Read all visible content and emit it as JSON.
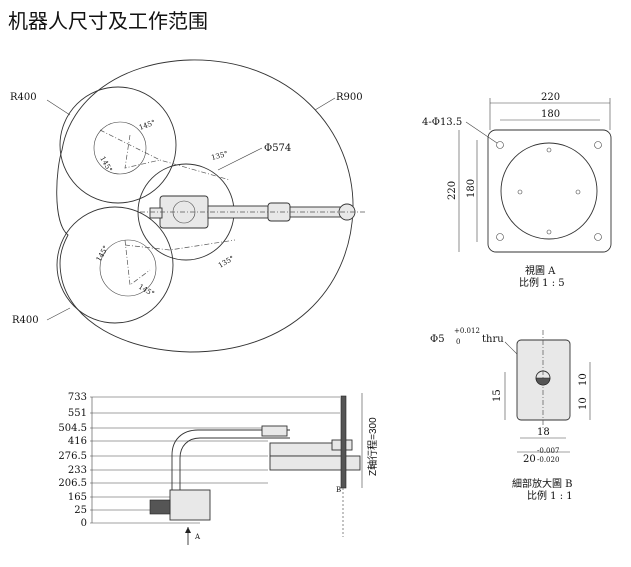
{
  "title": "机器人尺寸及工作范围",
  "top_view": {
    "r400_top": "R400",
    "r900": "R900",
    "r400_bottom": "R400",
    "angle_145_a": "145°",
    "angle_145_b": "145°",
    "angle_145_c": "145°",
    "angle_145_d": "145°",
    "angle_135_a": "135°",
    "angle_135_b": "135°",
    "dia_574": "Φ574"
  },
  "view_a": {
    "dim_220_top": "220",
    "dim_180_top": "180",
    "dim_220_left": "220",
    "dim_180_left": "180",
    "hole_label": "4-Φ13.5",
    "caption": "視圖 A",
    "scale": "比例 1 : 5"
  },
  "detail_b": {
    "hole_label": "Φ5",
    "tol_upper": "+0.012",
    "tol_lower": "0",
    "thru": "thru",
    "dim_15": "15",
    "dim_10_a": "10",
    "dim_10_b": "10",
    "dim_18": "18",
    "dim_20": "20",
    "tol20_upper": "-0.007",
    "tol20_lower": "-0.020",
    "caption": "細部放大圖 B",
    "scale": "比例 1 : 1"
  },
  "side_view": {
    "heights": [
      "733",
      "551",
      "504.5",
      "416",
      "276.5",
      "233",
      "206.5",
      "165",
      "25",
      "0"
    ],
    "z_stroke": "Z軸行程=300",
    "label_b": "B",
    "label_a": "A"
  }
}
